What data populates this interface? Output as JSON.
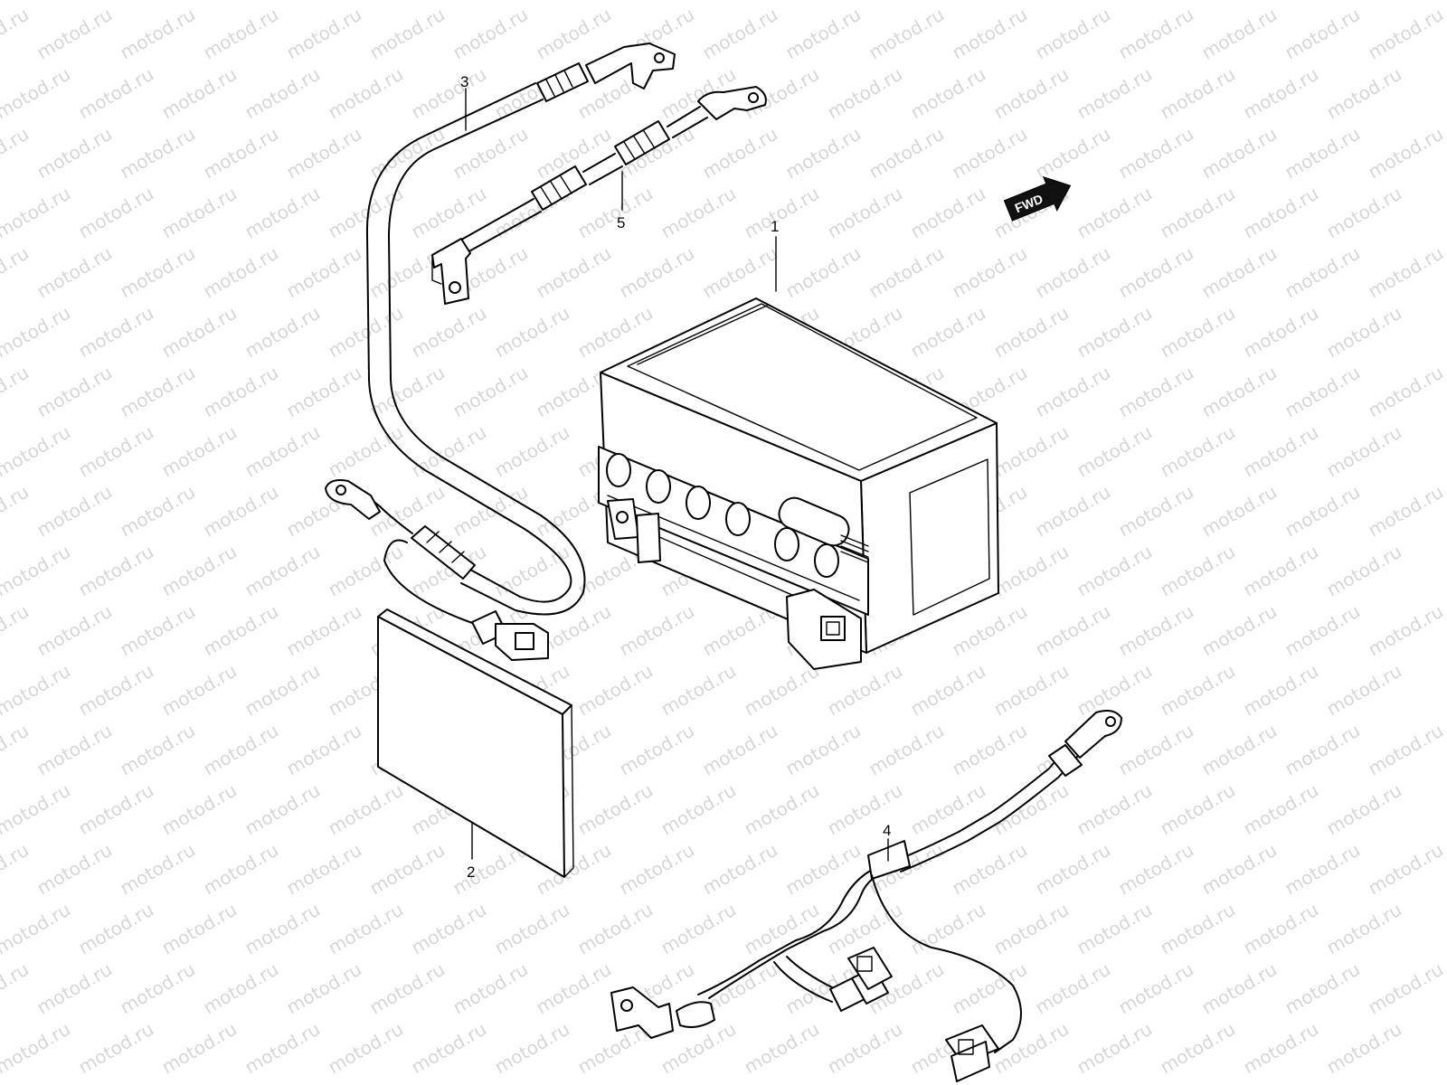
{
  "watermark": "motod.ru",
  "direction_label": "FWD",
  "colors": {
    "line": "#000000",
    "watermark": "#d6d6d6",
    "background": "#ffffff"
  },
  "callouts": {
    "battery": "1",
    "pad": "2",
    "positive_cable": "3",
    "harness": "4",
    "negative_cable": "5"
  }
}
